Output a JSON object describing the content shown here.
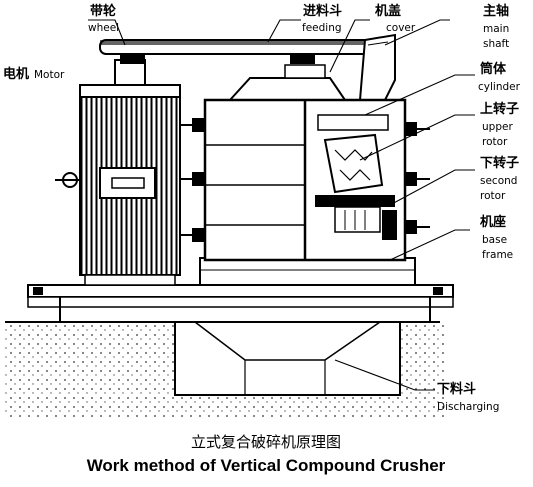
{
  "labels": {
    "wheel": {
      "cn": "带轮",
      "en": "wheel"
    },
    "feeding": {
      "cn": "进料斗",
      "en": "feeding"
    },
    "cover": {
      "cn": "机盖",
      "en": "cover"
    },
    "main_shaft": {
      "cn": "主轴",
      "en_line1": "main",
      "en_line2": "shaft"
    },
    "cylinder": {
      "cn": "筒体",
      "en": "cylinder"
    },
    "upper_rotor": {
      "cn": "上转子",
      "en_line1": "upper",
      "en_line2": "rotor"
    },
    "second_rotor": {
      "cn": "下转子",
      "en_line1": "second",
      "en_line2": "rotor"
    },
    "base_frame": {
      "cn": "机座",
      "en_line1": "base",
      "en_line2": "frame"
    },
    "motor": {
      "cn": "电机",
      "en": "Motor"
    },
    "discharging": {
      "cn": "下料斗",
      "en": "Discharging"
    }
  },
  "caption": {
    "cn": "立式复合破碎机原理图",
    "en": "Work method of Vertical Compound Crusher"
  }
}
